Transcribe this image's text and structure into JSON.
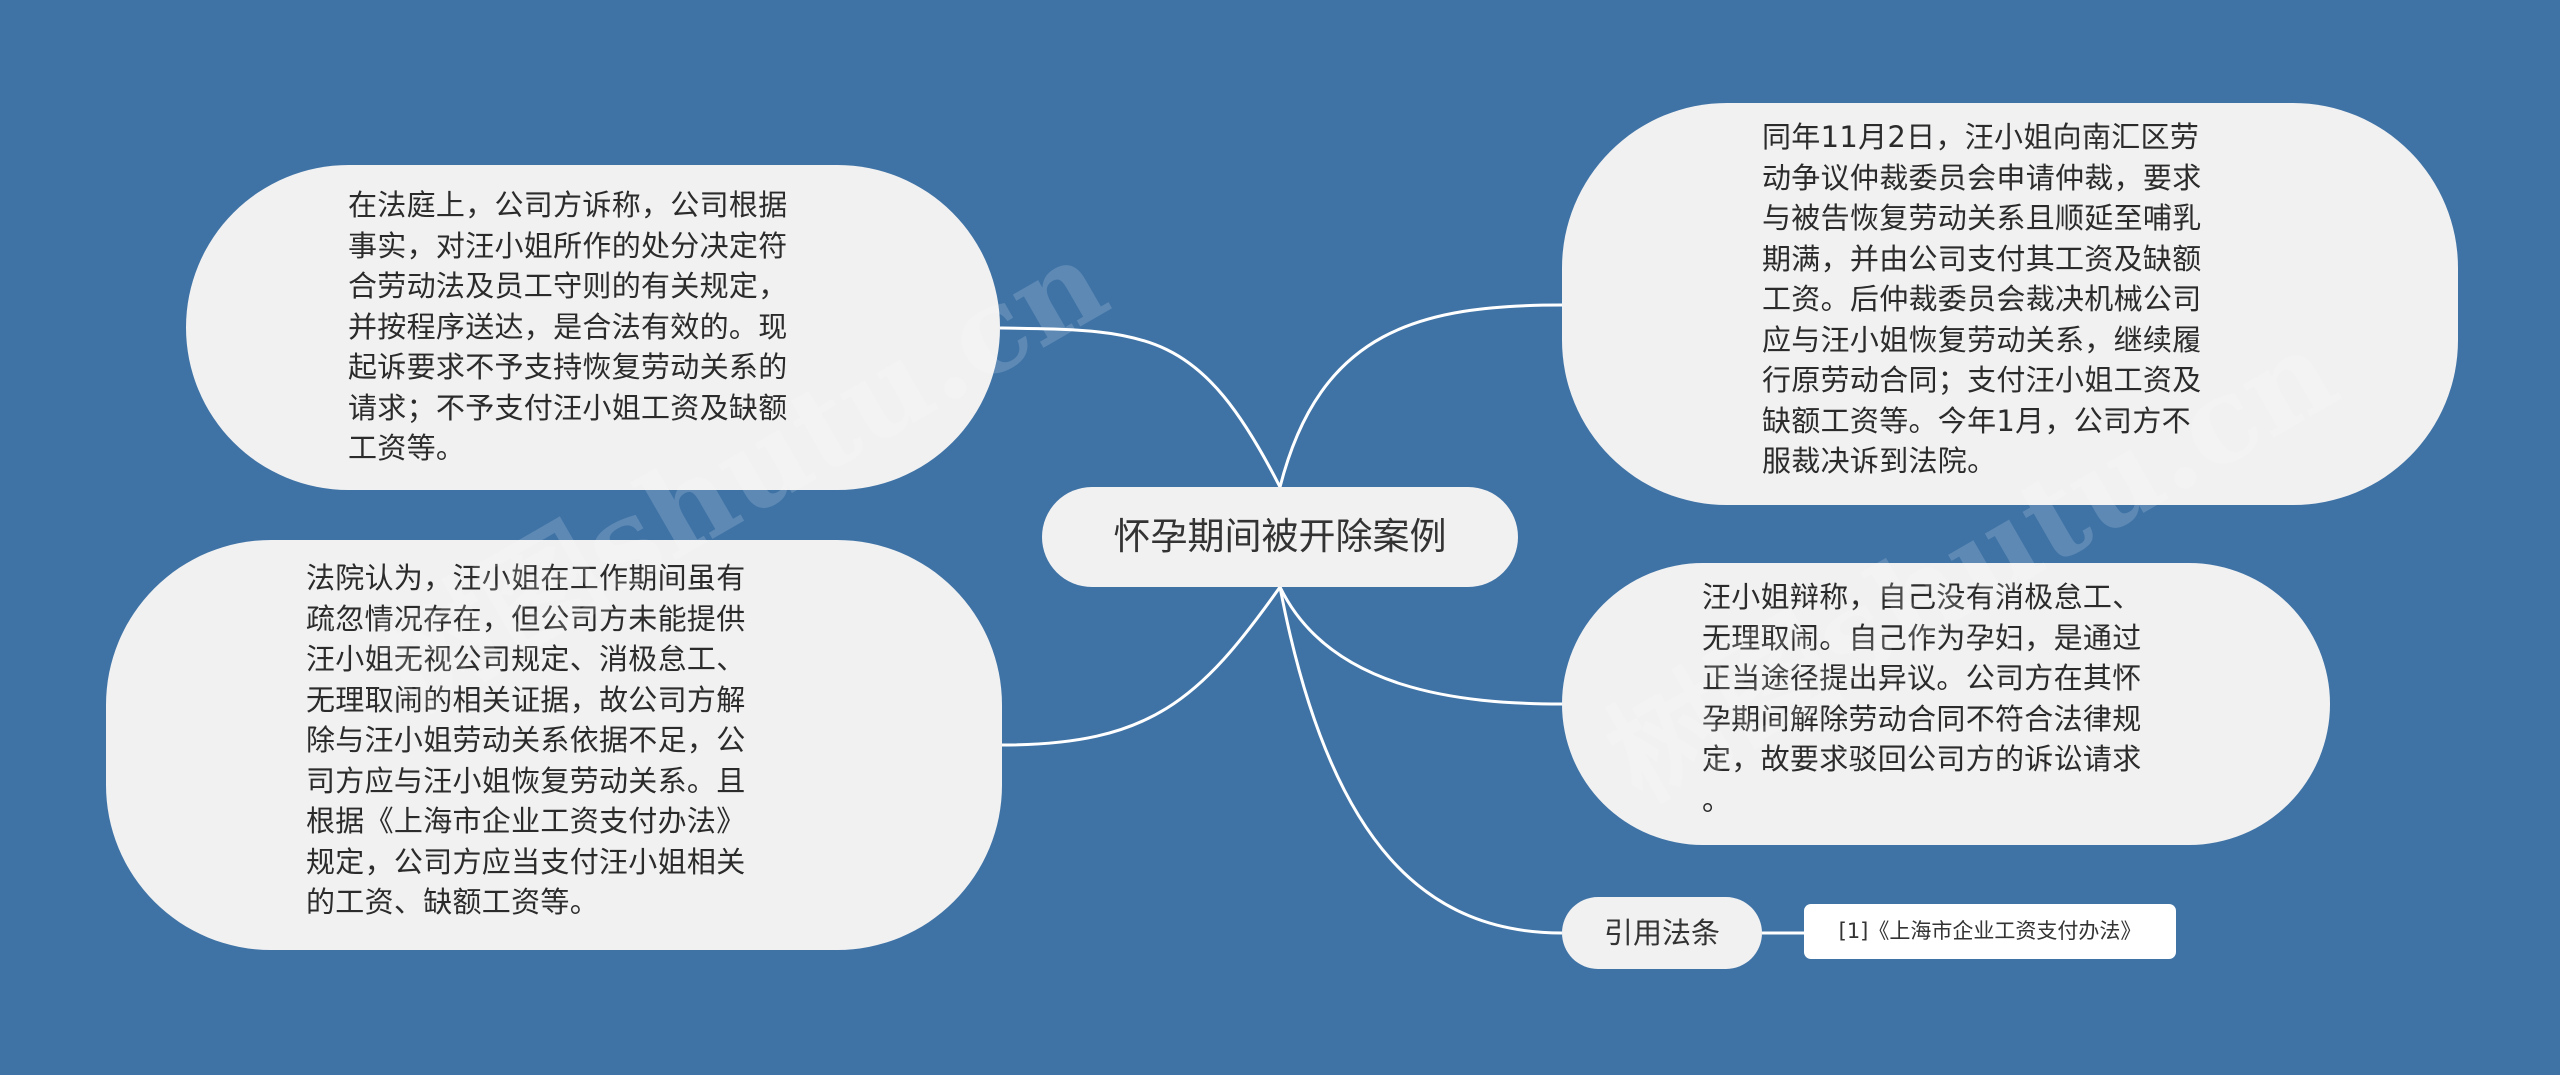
{
  "diagram": {
    "root": "怀孕期间被开除案例",
    "left_top": "在法庭上，公司方诉称，公司根据\n事实，对汪小姐所作的处分决定符\n合劳动法及员工守则的有关规定，\n并按程序送达，是合法有效的。现\n起诉要求不予支持恢复劳动关系的\n请求；不予支付汪小姐工资及缺额\n工资等。",
    "left_bottom": "法院认为，汪小姐在工作期间虽有\n疏忽情况存在，但公司方未能提供\n汪小姐无视公司规定、消极怠工、\n无理取闹的相关证据，故公司方解\n除与汪小姐劳动关系依据不足，公\n司方应与汪小姐恢复劳动关系。且\n根据《上海市企业工资支付办法》\n规定，公司方应当支付汪小姐相关\n的工资、缺额工资等。",
    "right_top": "同年11月2日，汪小姐向南汇区劳\n动争议仲裁委员会申请仲裁，要求\n与被告恢复劳动关系且顺延至哺乳\n期满，并由公司支付其工资及缺额\n工资。后仲裁委员会裁决机械公司\n应与汪小姐恢复劳动关系，继续履\n行原劳动合同；支付汪小姐工资及\n缺额工资等。今年1月，公司方不\n服裁决诉到法院。",
    "right_mid": "汪小姐辩称，自己没有消极怠工、\n无理取闹。自己作为孕妇，是通过\n正当途径提出异议。公司方在其怀\n孕期间解除劳动合同不符合法律规\n定，故要求驳回公司方的诉讼请求\n。",
    "reference_label": "引用法条",
    "reference_item": "[1]《上海市企业工资支付办法》"
  },
  "watermarks": [
    "树图shutu.cn",
    "树图shutu.cn"
  ],
  "colors": {
    "background": "#3f73a6",
    "node": "#f1f1f2",
    "link": "#ffffff"
  }
}
